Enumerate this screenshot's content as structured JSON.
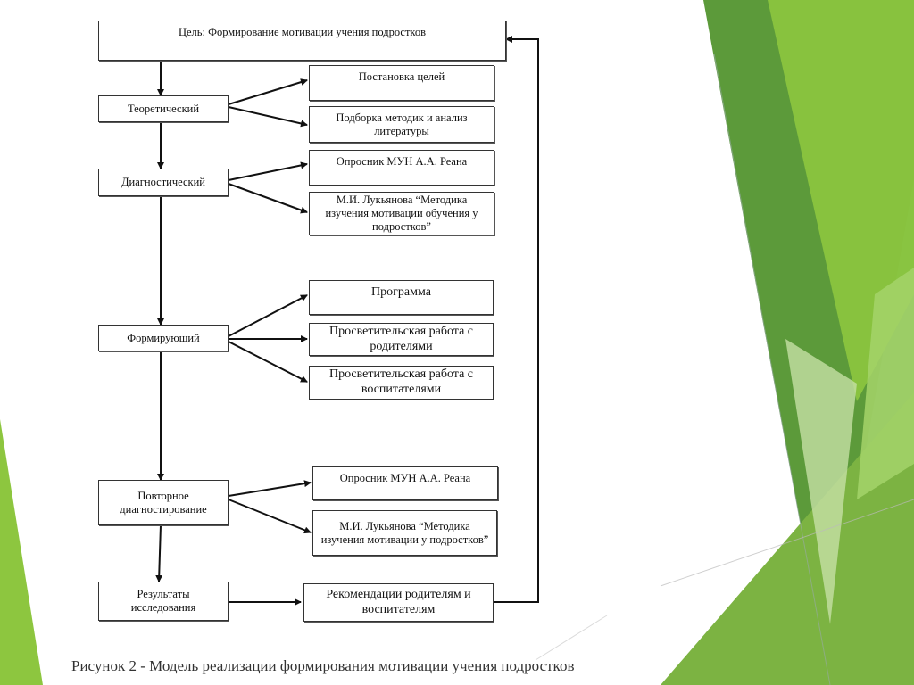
{
  "diagram": {
    "goal": "Цель: Формирование мотивации учения подростков",
    "stages": {
      "theoretical": "Теоретический",
      "diagnostic": "Диагностический",
      "forming": "Формирующий",
      "repeat": "Повторное диагностирование",
      "results": "Результаты исследования"
    },
    "items": {
      "goals_setting": "Постановка целей",
      "methods_analysis": "Подборка методик и анализ литературы",
      "rean_1": "Опросник МУН А.А. Реана",
      "lukyanova_1": "М.И. Лукьянова “Методика изучения мотивации обучения у подростков”",
      "program": "Программа",
      "parents_work": "Просветительская работа с родителями",
      "educators_work": "Просветительская работа с воспитателями",
      "rean_2": "Опросник МУН А.А. Реана",
      "lukyanova_2": "М.И. Лукьянова “Методика изучения мотивации у подростков”",
      "recommendations": "Рекомендации родителям и воспитателям"
    }
  },
  "caption": "Рисунок 2 - Модель реализации формирования мотивации учения подростков",
  "colors": {
    "green_light": "#8dc63f",
    "green_mid": "#6aa84f",
    "green_dark": "#4f8a2e",
    "green_pale": "#c5e0a5"
  }
}
